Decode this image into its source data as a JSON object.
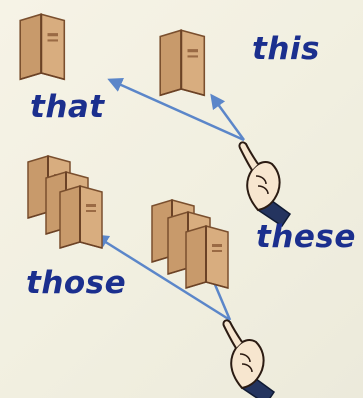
{
  "words": {
    "this": "this",
    "that": "that",
    "these": "these",
    "those": "those"
  },
  "colors": {
    "text": "#1b2f8e",
    "arrow": "#5b86c9",
    "book": "#c89a6b",
    "book_dark": "#8a5a35"
  },
  "icons": [
    "book-icon",
    "pointing-hand-icon",
    "arrow-icon"
  ]
}
